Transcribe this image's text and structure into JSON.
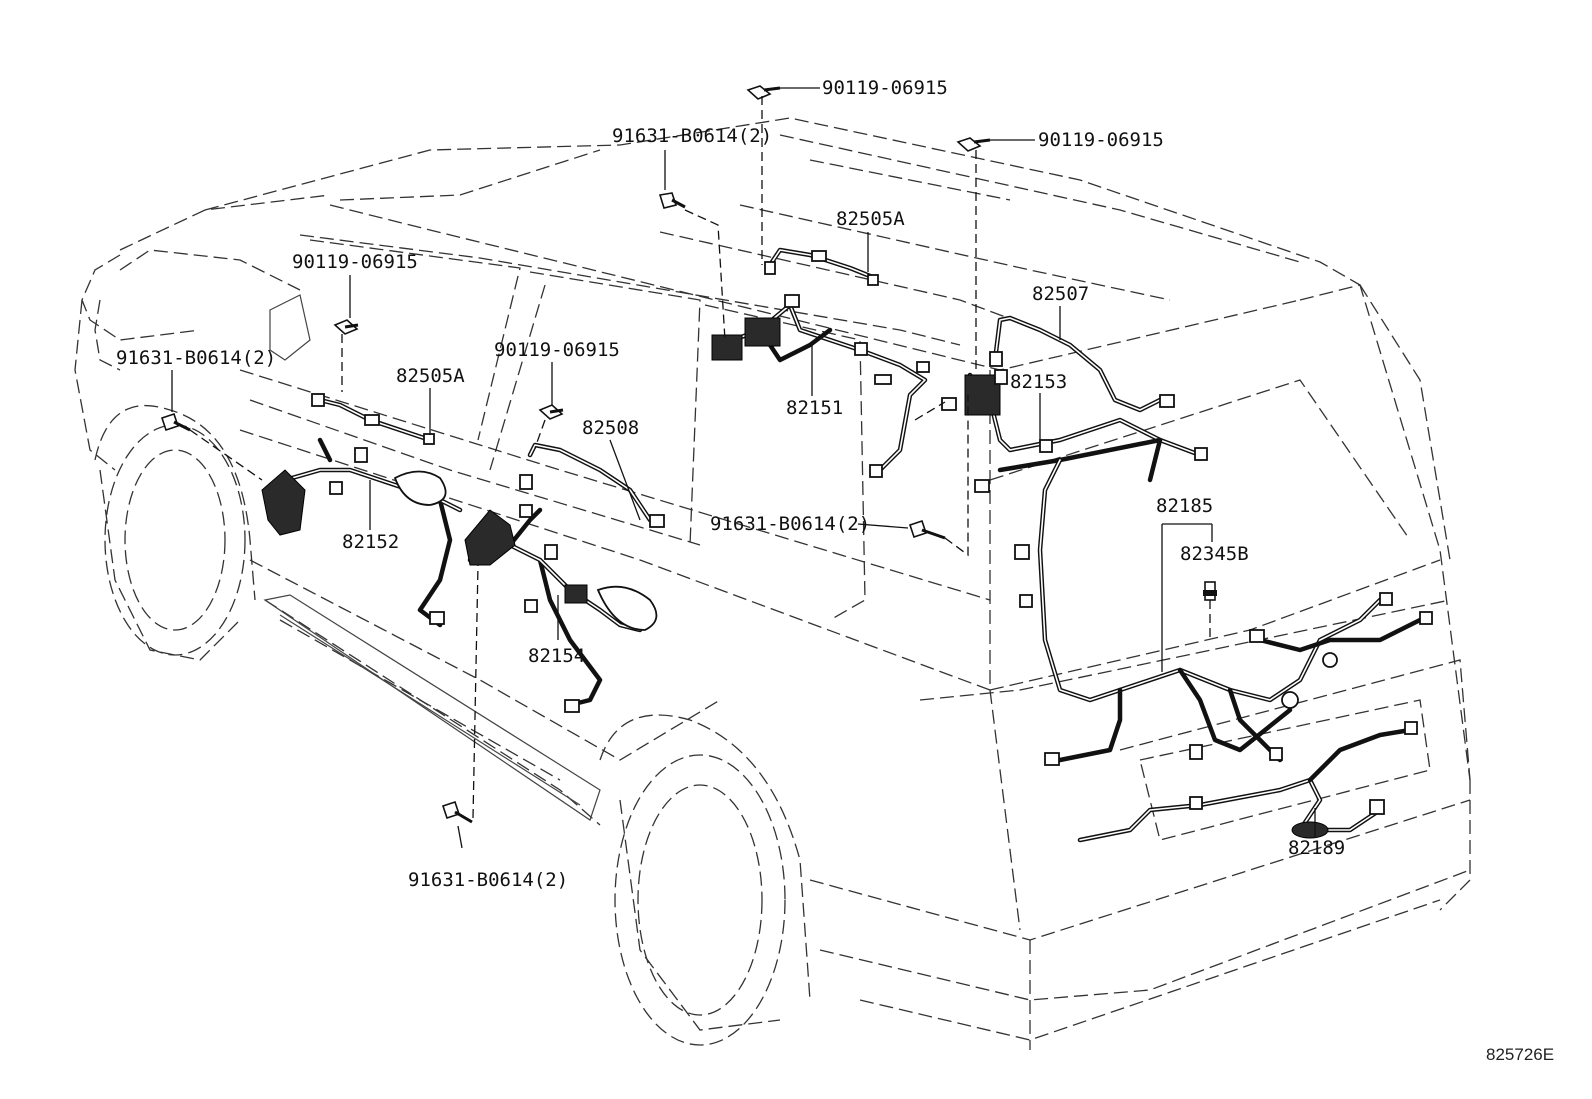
{
  "diagram": {
    "figure_id": "825726E",
    "colors": {
      "line": "#111111",
      "body_outline": "#333333",
      "background": "#ffffff"
    },
    "labels": {
      "bolt_top_center": "90119-06915",
      "bolt_top_right": "90119-06915",
      "clip_top": "91631-B0614(2)",
      "harness_roof_front": "82505A",
      "harness_roof_rear": "82507",
      "bolt_left_front": "90119-06915",
      "clip_left_front": "91631-B0614(2)",
      "harness_front_door_upper": "82505A",
      "bolt_mid": "90119-06915",
      "harness_rear_door_upper": "82508",
      "harness_floor": "82151",
      "harness_quarter": "82153",
      "harness_front_door": "82152",
      "clip_mid_right": "91631-B0614(2)",
      "harness_back_door_group": "82185",
      "harness_back_door_sub": "82345B",
      "harness_rear_door": "82154",
      "harness_license": "82189",
      "clip_bottom": "91631-B0614(2)"
    }
  }
}
